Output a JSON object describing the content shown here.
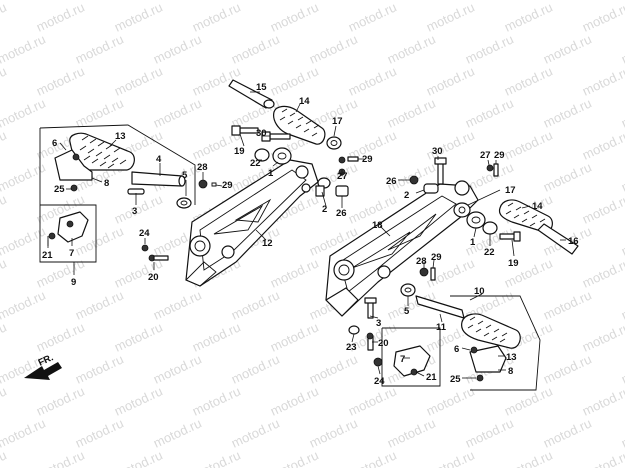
{
  "watermark": "motod.ru",
  "direction_label": "FR.",
  "callouts": [
    {
      "id": "l15",
      "text": "15"
    },
    {
      "id": "l14a",
      "text": "14"
    },
    {
      "id": "l17a",
      "text": "17"
    },
    {
      "id": "l30a",
      "text": "30"
    },
    {
      "id": "l19a",
      "text": "19"
    },
    {
      "id": "l22a",
      "text": "22"
    },
    {
      "id": "l1a",
      "text": "1"
    },
    {
      "id": "l29a",
      "text": "29"
    },
    {
      "id": "l27a",
      "text": "27"
    },
    {
      "id": "l2a",
      "text": "2"
    },
    {
      "id": "l26a",
      "text": "26"
    },
    {
      "id": "l12",
      "text": "12"
    },
    {
      "id": "l13a",
      "text": "13"
    },
    {
      "id": "l6a",
      "text": "6"
    },
    {
      "id": "l8a",
      "text": "8"
    },
    {
      "id": "l25a",
      "text": "25"
    },
    {
      "id": "l4",
      "text": "4"
    },
    {
      "id": "l5a",
      "text": "5"
    },
    {
      "id": "l28a",
      "text": "28"
    },
    {
      "id": "l29b",
      "text": "29"
    },
    {
      "id": "l3a",
      "text": "3"
    },
    {
      "id": "l21a",
      "text": "21"
    },
    {
      "id": "l7a",
      "text": "7"
    },
    {
      "id": "l9",
      "text": "9"
    },
    {
      "id": "l24a",
      "text": "24"
    },
    {
      "id": "l20a",
      "text": "20"
    },
    {
      "id": "l30b",
      "text": "30"
    },
    {
      "id": "l27b",
      "text": "27"
    },
    {
      "id": "l29c",
      "text": "29"
    },
    {
      "id": "l26b",
      "text": "26"
    },
    {
      "id": "l2b",
      "text": "2"
    },
    {
      "id": "l17b",
      "text": "17"
    },
    {
      "id": "l14b",
      "text": "14"
    },
    {
      "id": "l16",
      "text": "16"
    },
    {
      "id": "l18",
      "text": "18"
    },
    {
      "id": "l1b",
      "text": "1"
    },
    {
      "id": "l22b",
      "text": "22"
    },
    {
      "id": "l19b",
      "text": "19"
    },
    {
      "id": "l28b",
      "text": "28"
    },
    {
      "id": "l29d",
      "text": "29"
    },
    {
      "id": "l10",
      "text": "10"
    },
    {
      "id": "l5b",
      "text": "5"
    },
    {
      "id": "l11",
      "text": "11"
    },
    {
      "id": "l3b",
      "text": "3"
    },
    {
      "id": "l23",
      "text": "23"
    },
    {
      "id": "l20b",
      "text": "20"
    },
    {
      "id": "l24b",
      "text": "24"
    },
    {
      "id": "l7b",
      "text": "7"
    },
    {
      "id": "l21b",
      "text": "21"
    },
    {
      "id": "l6b",
      "text": "6"
    },
    {
      "id": "l13b",
      "text": "13"
    },
    {
      "id": "l25b",
      "text": "25"
    },
    {
      "id": "l8b",
      "text": "8"
    }
  ]
}
